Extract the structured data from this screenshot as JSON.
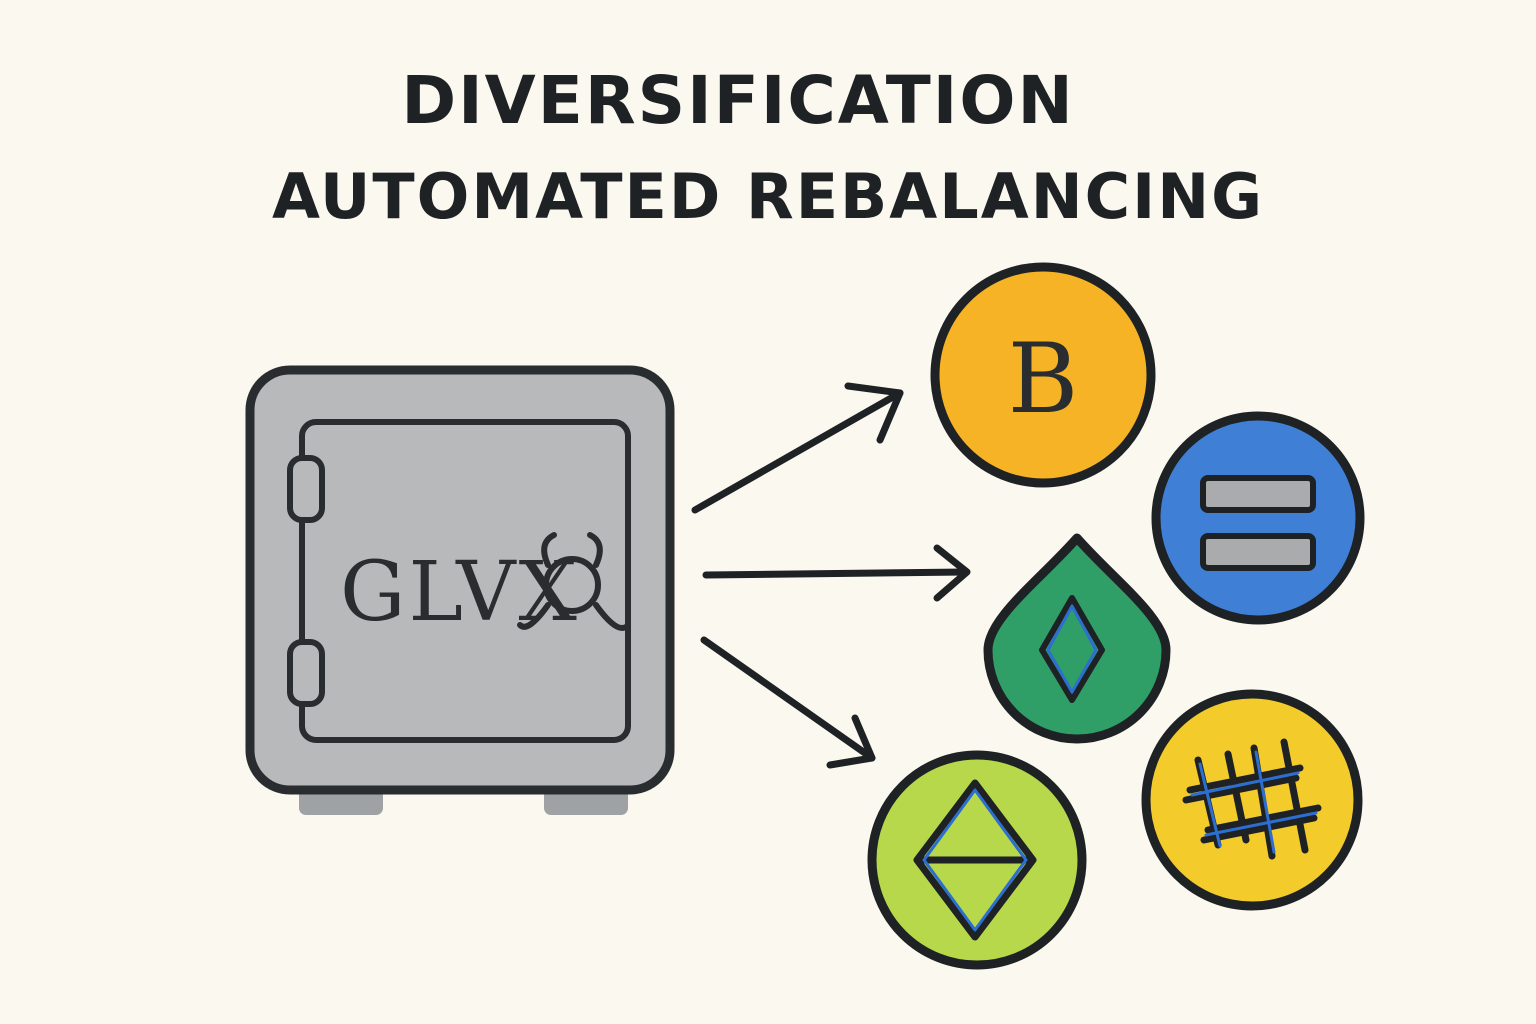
{
  "title": {
    "line1": "DIVERSIFICATION",
    "line2": "AUTOMATED REBALANCING"
  },
  "vault": {
    "label": "GLVX",
    "color": "#b7b9bb"
  },
  "coins": [
    {
      "icon": "bitcoin-b-icon",
      "glyph": "B",
      "color": "#f6b325"
    },
    {
      "icon": "two-bars-icon",
      "color": "#3f7fd6"
    },
    {
      "icon": "diamond-drop-icon",
      "color": "#2f9e67"
    },
    {
      "icon": "triangle-diamond-icon",
      "color": "#b6d84a"
    },
    {
      "icon": "ladder-grid-icon",
      "color": "#f3cb2a"
    }
  ]
}
